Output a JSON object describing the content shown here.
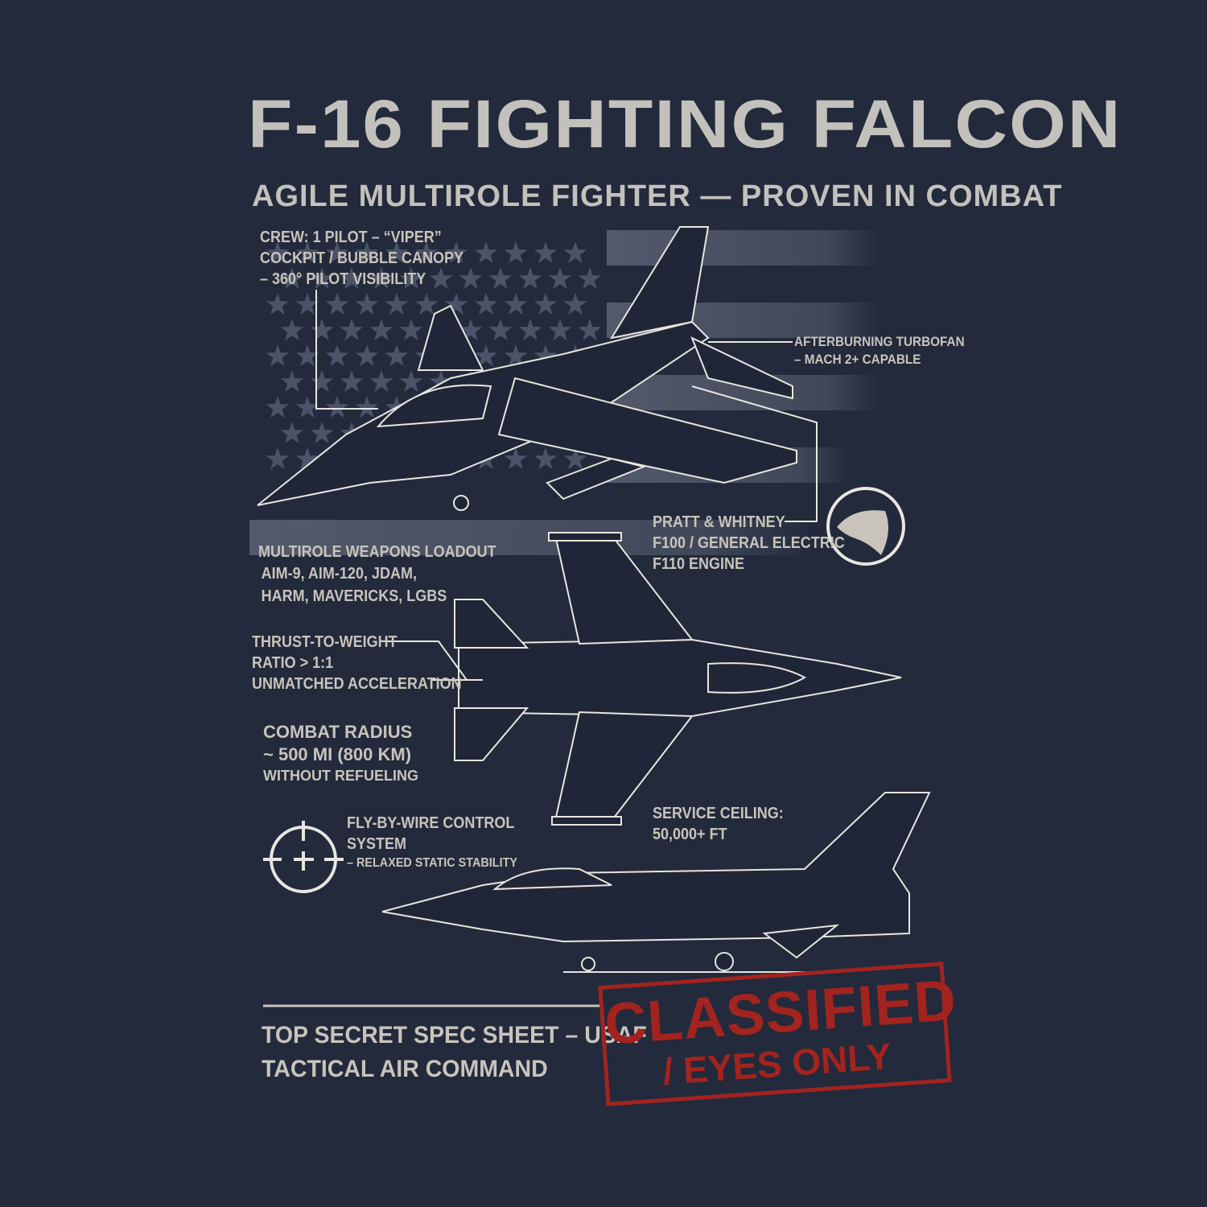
{
  "title": "F-16 FIGHTING FALCON",
  "subtitle": "AGILE MULTIROLE FIGHTER — PROVEN IN COMBAT",
  "callouts": {
    "crew": [
      "CREW: 1 PILOT – “VIPER”",
      "COCKPIT / BUBBLE CANOPY",
      "– 360° PILOT VISIBILITY"
    ],
    "engine_type": [
      "AFTERBURNING TURBOFAN",
      "– MACH 2+ CAPABLE"
    ],
    "engine_make": [
      "PRATT & WHITNEY",
      "F100 / GENERAL ELECTRIC",
      "F110 ENGINE"
    ],
    "weapons": [
      "MULTIROLE WEAPONS LOADOUT",
      "AIM-9, AIM-120, JDAM,",
      "HARM, MAVERICKS, LGBS"
    ],
    "thrust": [
      "THRUST-TO-WEIGHT",
      "RATIO > 1:1",
      "UNMATCHED ACCELERATION"
    ],
    "radius": [
      "COMBAT RADIUS",
      "~ 500 MI (800 KM)",
      "WITHOUT REFUELING"
    ],
    "fbw": [
      "FLY-BY-WIRE CONTROL",
      "SYSTEM",
      "– RELAXED STATIC STABILITY"
    ],
    "ceiling": [
      "SERVICE CEILING:",
      "50,000+ FT"
    ]
  },
  "footer": [
    "TOP SECRET SPEC SHEET – USAF",
    "TACTICAL AIR COMMAND"
  ],
  "stamp": {
    "line1": "CLASSIFIED",
    "line2": "/ EYES ONLY"
  },
  "icons": [
    "american-flag",
    "eagle-emblem",
    "crosshair-icon"
  ],
  "colors": {
    "background": "#222a3c",
    "text": "#c8c4bb",
    "stamp": "#a3231f",
    "line": "#e8e6e0"
  }
}
